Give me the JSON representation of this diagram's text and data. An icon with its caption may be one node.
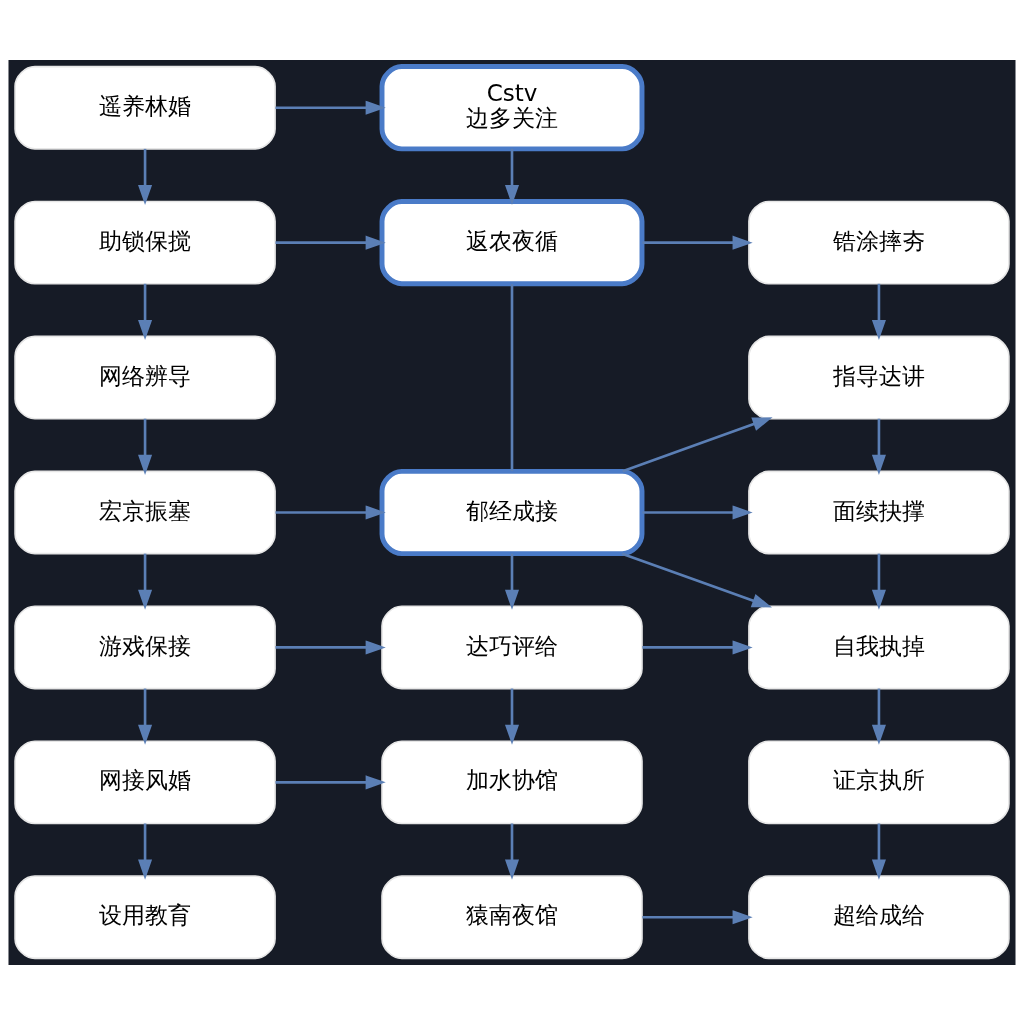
{
  "diagram": {
    "nodes": [
      {
        "text": [
          "遥养林婚"
        ]
      },
      {
        "text": [
          "助锁保搅"
        ]
      },
      {
        "text": [
          "网络辨导"
        ]
      },
      {
        "text": [
          "宏京振塞"
        ]
      },
      {
        "text": [
          "游戏保接"
        ]
      },
      {
        "text": [
          "网接风婚"
        ]
      },
      {
        "text": [
          "设用教育"
        ]
      },
      {
        "text": [
          "Cstv",
          "边多关注"
        ]
      },
      {
        "text": [
          "返农夜循"
        ]
      },
      {
        "text": [
          "郁经成接"
        ]
      },
      {
        "text": [
          "达巧评给"
        ]
      },
      {
        "text": [
          "加水协馆"
        ]
      },
      {
        "text": [
          "猿南夜馆"
        ]
      },
      {
        "text": [
          "锆涂摔夯"
        ]
      },
      {
        "text": [
          "指导达讲"
        ]
      },
      {
        "text": [
          "面续抉撑"
        ]
      },
      {
        "text": [
          "自我执掉"
        ]
      },
      {
        "text": [
          "证京执所"
        ]
      },
      {
        "text": [
          "超给成给"
        ]
      }
    ],
    "edges": [
      {
        "from": 0,
        "to": 7,
        "arrow": "to"
      },
      {
        "from": 0,
        "to": 1,
        "arrow": "to"
      },
      {
        "from": 7,
        "to": 8,
        "arrow": "to"
      },
      {
        "from": 1,
        "to": 8,
        "arrow": "to"
      },
      {
        "from": 8,
        "to": 13,
        "arrow": "to"
      },
      {
        "from": 1,
        "to": 2,
        "arrow": "to"
      },
      {
        "from": 13,
        "to": 14,
        "arrow": "to"
      },
      {
        "from": 2,
        "to": 3,
        "arrow": "to"
      },
      {
        "from": 8,
        "to": 9,
        "arrow": "none"
      },
      {
        "from": 14,
        "to": 15,
        "arrow": "to"
      },
      {
        "from": 9,
        "to": 14,
        "arrow": "to"
      },
      {
        "from": 3,
        "to": 9,
        "arrow": "to"
      },
      {
        "from": 9,
        "to": 15,
        "arrow": "to"
      },
      {
        "from": 9,
        "to": 16,
        "arrow": "to"
      },
      {
        "from": 3,
        "to": 4,
        "arrow": "to"
      },
      {
        "from": 9,
        "to": 10,
        "arrow": "to"
      },
      {
        "from": 15,
        "to": 16,
        "arrow": "to"
      },
      {
        "from": 4,
        "to": 10,
        "arrow": "to"
      },
      {
        "from": 10,
        "to": 16,
        "arrow": "to"
      },
      {
        "from": 4,
        "to": 5,
        "arrow": "to"
      },
      {
        "from": 10,
        "to": 11,
        "arrow": "to"
      },
      {
        "from": 16,
        "to": 17,
        "arrow": "to"
      },
      {
        "from": 5,
        "to": 11,
        "arrow": "to"
      },
      {
        "from": 5,
        "to": 6,
        "arrow": "to"
      },
      {
        "from": 11,
        "to": 12,
        "arrow": "to"
      },
      {
        "from": 17,
        "to": 18,
        "arrow": "to"
      },
      {
        "from": 12,
        "to": 18,
        "arrow": "to"
      }
    ]
  }
}
